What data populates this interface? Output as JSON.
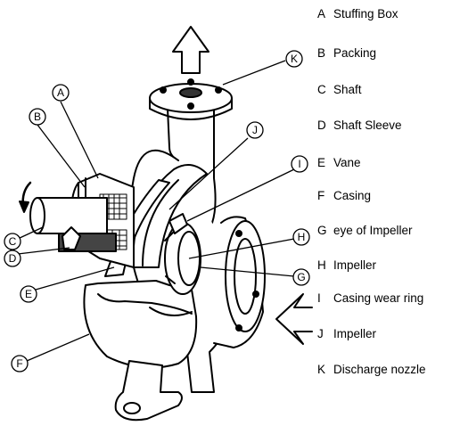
{
  "legend": [
    {
      "letter": "A",
      "label": "Stuffing Box"
    },
    {
      "letter": "B",
      "label": "Packing"
    },
    {
      "letter": "C",
      "label": "Shaft"
    },
    {
      "letter": "D",
      "label": "Shaft Sleeve"
    },
    {
      "letter": "E",
      "label": "Vane"
    },
    {
      "letter": "F",
      "label": "Casing"
    },
    {
      "letter": "G",
      "label": "eye of Impeller"
    },
    {
      "letter": "H",
      "label": "Impeller"
    },
    {
      "letter": "I",
      "label": "Casing wear ring"
    },
    {
      "letter": "J",
      "label": "Impeller"
    },
    {
      "letter": "K",
      "label": "Discharge nozzle"
    }
  ],
  "callouts": {
    "A": "A",
    "B": "B",
    "C": "C",
    "D": "D",
    "E": "E",
    "F": "F",
    "G": "G",
    "H": "H",
    "I": "I",
    "J": "J",
    "K": "K"
  }
}
